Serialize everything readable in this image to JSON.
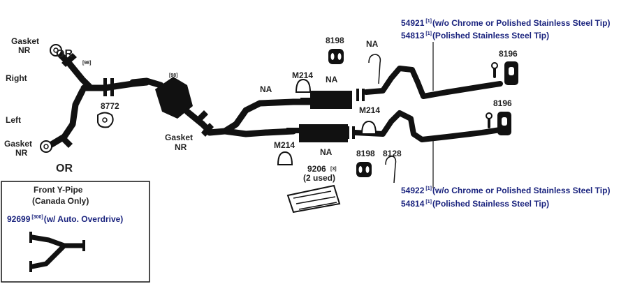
{
  "labels": {
    "gasket_nr_top": "Gasket",
    "gasket_nr_top_2": "NR",
    "or_top": "OR",
    "right": "Right",
    "left": "Left",
    "gasket_nr_bottom": "Gasket",
    "gasket_nr_bottom_2": "NR",
    "or_bottom": "OR",
    "ref_98_a": "[98]",
    "part_8772": "8772",
    "ref_98_b": "[98]",
    "gasket_nr_mid": "Gasket",
    "gasket_nr_mid_2": "NR",
    "na_1": "NA",
    "m214_top": "M214",
    "part_8198_top": "8198",
    "na_2": "NA",
    "na_3": "NA",
    "m214_right": "M214",
    "m214_bottom": "M214",
    "na_4": "NA",
    "part_8198_bottom": "8198",
    "part_8128": "8128",
    "part_9206": "9206",
    "ref_3": "[3]",
    "used_2": "(2 used)",
    "part_8196_top": "8196",
    "part_8196_bottom": "8196"
  },
  "tips": {
    "top_1_pn": "54921",
    "top_1_ref": "[1]",
    "top_1_desc": "(w/o Chrome or Polished Stainless Steel Tip)",
    "top_2_pn": "54813",
    "top_2_ref": "[1]",
    "top_2_desc": "(Polished Stainless Steel Tip)",
    "bottom_1_pn": "54922",
    "bottom_1_ref": "[1]",
    "bottom_1_desc": "(w/o Chrome or Polished Stainless Steel Tip)",
    "bottom_2_pn": "54814",
    "bottom_2_ref": "[1]",
    "bottom_2_desc": "(Polished Stainless Steel Tip)"
  },
  "inset": {
    "title": "Front Y-Pipe",
    "subtitle": "(Canada Only)",
    "pn": "92699",
    "ref": "[300]",
    "desc": "(w/ Auto. Overdrive)"
  }
}
